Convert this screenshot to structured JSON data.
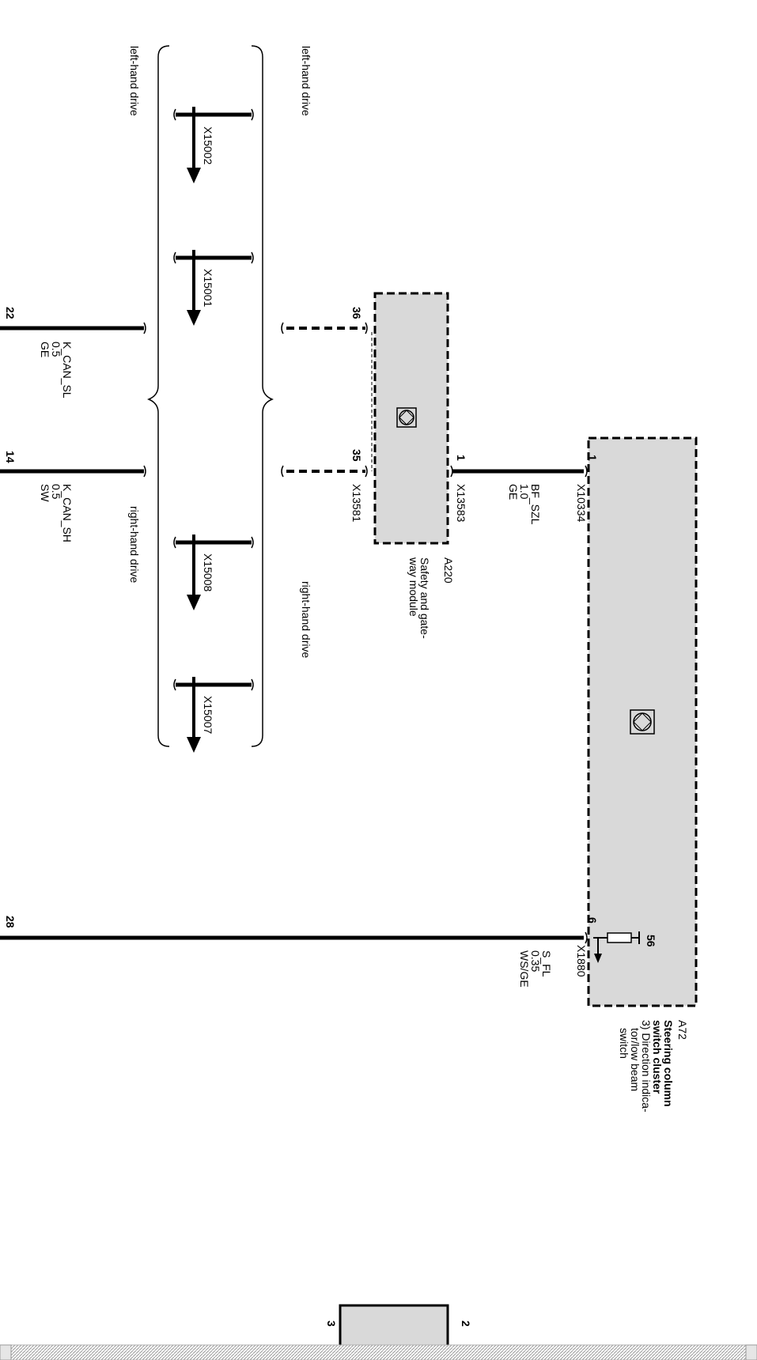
{
  "labels": {
    "lhd_left": "left-hand drive",
    "lhd_right": "left-hand drive",
    "rhd_left": "right-hand drive",
    "rhd_right": "right-hand drive"
  },
  "connectors": {
    "x15002": "X15002",
    "x15001": "X15001",
    "x15008": "X15008",
    "x15007": "X15007",
    "x13581": "X13581",
    "x13583": "X13583",
    "x10334": "X10334",
    "x1880": "X1880"
  },
  "pins": {
    "p36": "36",
    "p35": "35",
    "p1_a220": "1",
    "p1_a72": "1",
    "p6": "6",
    "p56": "56",
    "edge_22": "22",
    "edge_14": "14",
    "edge_28": "28",
    "bottom_3": "3",
    "bottom_2": "2"
  },
  "wires": {
    "k_can_sl": {
      "name": "K_CAN_SL",
      "size": "0.5",
      "color": "GE"
    },
    "k_can_sh": {
      "name": "K_CAN_SH",
      "size": "0.5",
      "color": "SW"
    },
    "bf_szl": {
      "name": "BF_SZL",
      "size": "1.0",
      "color": "GE"
    },
    "s_fl": {
      "name": "S_FL",
      "size": "0.35",
      "color": "WS/GE"
    }
  },
  "modules": {
    "a220": {
      "id": "A220",
      "line1": "Safety and gate-",
      "line2": "way module"
    },
    "a72": {
      "id": "A72",
      "line1": "Steering column",
      "line2": "switch cluster",
      "line3": "3) Direction indica-",
      "line4": "tor/low beam",
      "line5": "switch"
    }
  },
  "colors": {
    "module_fill": "#d9d9d9",
    "line": "#000000",
    "background": "#ffffff"
  }
}
